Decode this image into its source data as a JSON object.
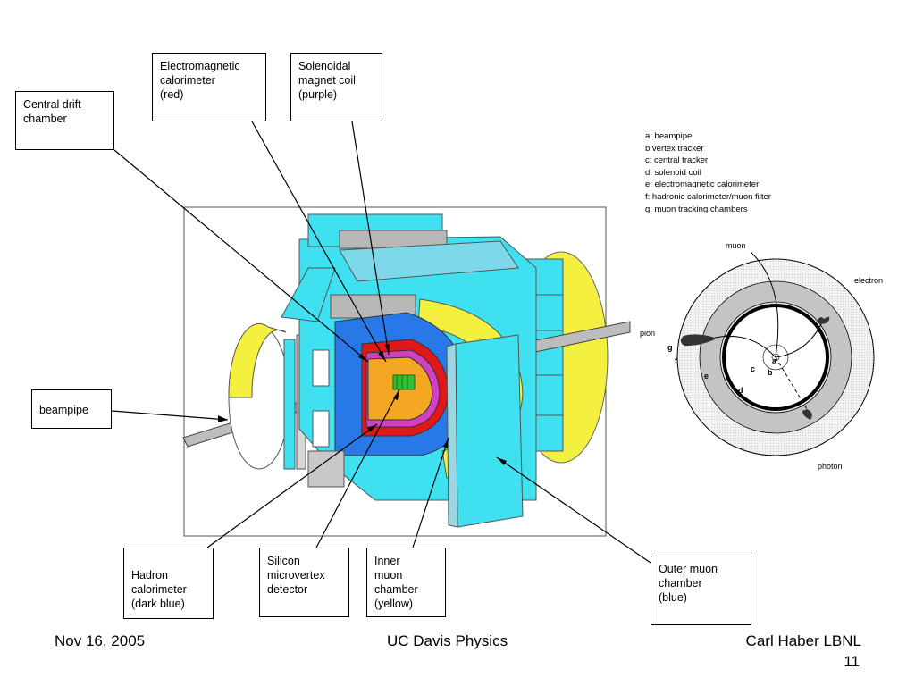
{
  "callouts": {
    "em_calorimeter": "Electromagnetic\ncalorimeter\n(red)",
    "solenoid_coil": "Solenoidal\nmagnet coil\n(purple)",
    "central_drift": "Central drift\nchamber",
    "beampipe": "beampipe",
    "hadron_calorimeter": "Hadron\ncalorimeter\n(dark blue)",
    "silicon_vertex": "Silicon\nmicrovertex\ndetector",
    "inner_muon": "Inner\nmuon\nchamber\n(yellow)",
    "outer_muon": "Outer muon\nchamber\n(blue)"
  },
  "legend": [
    "a: beampipe",
    "b:vertex tracker",
    "c: central tracker",
    "d: solenoid coil",
    "e: electromagnetic calorimeter",
    "f: hadronic calorimeter/muon filter",
    "g: muon tracking chambers"
  ],
  "cross_section": {
    "particles": {
      "muon": "muon",
      "electron": "electron",
      "pion": "pion",
      "photon": "photon"
    },
    "letters": {
      "a": "a",
      "b": "b",
      "c": "c",
      "d": "d",
      "e": "e",
      "f": "f",
      "g": "g"
    }
  },
  "footer": {
    "date": "Nov 16, 2005",
    "venue": "UC Davis Physics",
    "author": "Carl Haber LBNL",
    "page": "11"
  },
  "colors": {
    "outer_muon": "#3fe0f0",
    "inner_muon": "#f4f040",
    "hadron_cal": "#2878e8",
    "em_cal": "#e01818",
    "solenoid": "#d040c0",
    "drift": "#f5a623",
    "vertex": "#30c030",
    "steel": "#a8a8a8"
  }
}
